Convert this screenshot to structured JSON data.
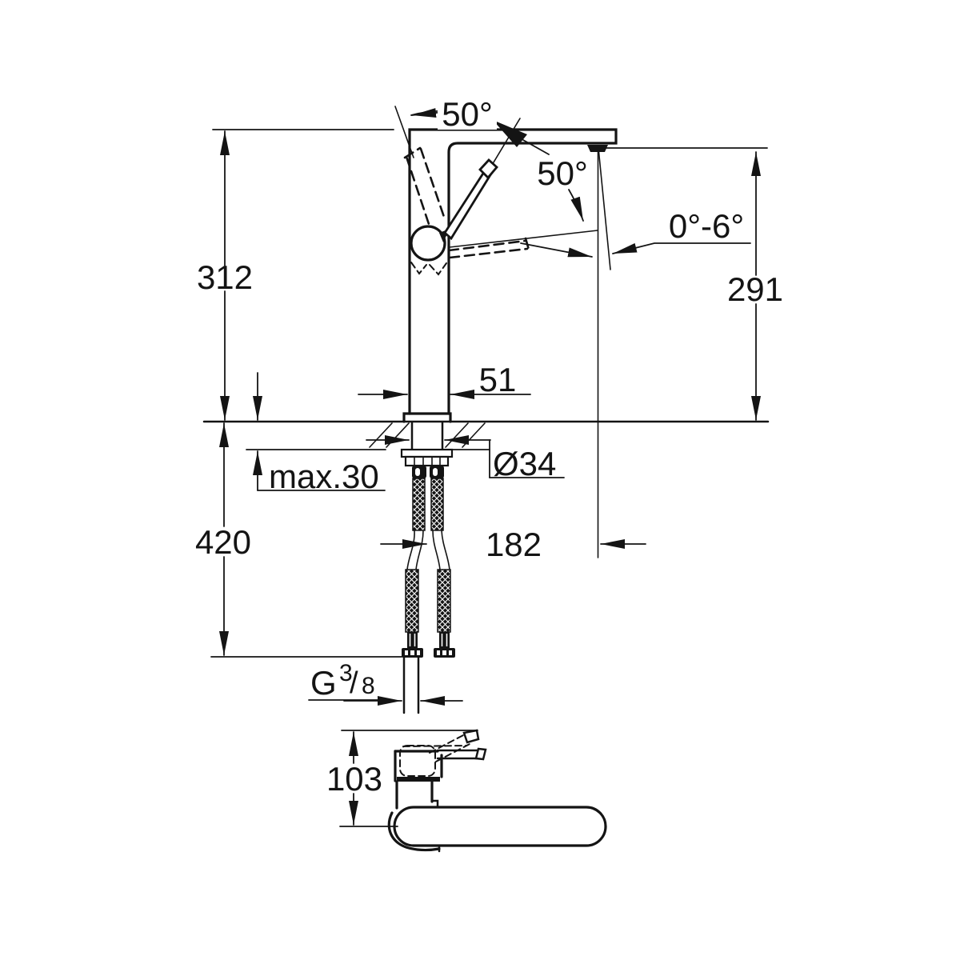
{
  "drawing": {
    "type": "technical-dimension-drawing",
    "product": "single-lever-basin-mixer",
    "views": {
      "front": {
        "height_to_spout_top": "312",
        "height_to_aerator": "291",
        "handle_swivel_left": "50°",
        "handle_swivel_right": "50°",
        "aerator_adjust_angle": "0°-6°",
        "body_width": "51",
        "mounting_hole_diameter": "Ø34",
        "max_mounting_thickness": "max.30",
        "length_below_deck": "420",
        "spout_reach": "182",
        "thread": {
          "g": "G",
          "numerator": "3",
          "slash": "/",
          "denominator": "8"
        }
      },
      "top": {
        "depth": "103"
      }
    }
  }
}
